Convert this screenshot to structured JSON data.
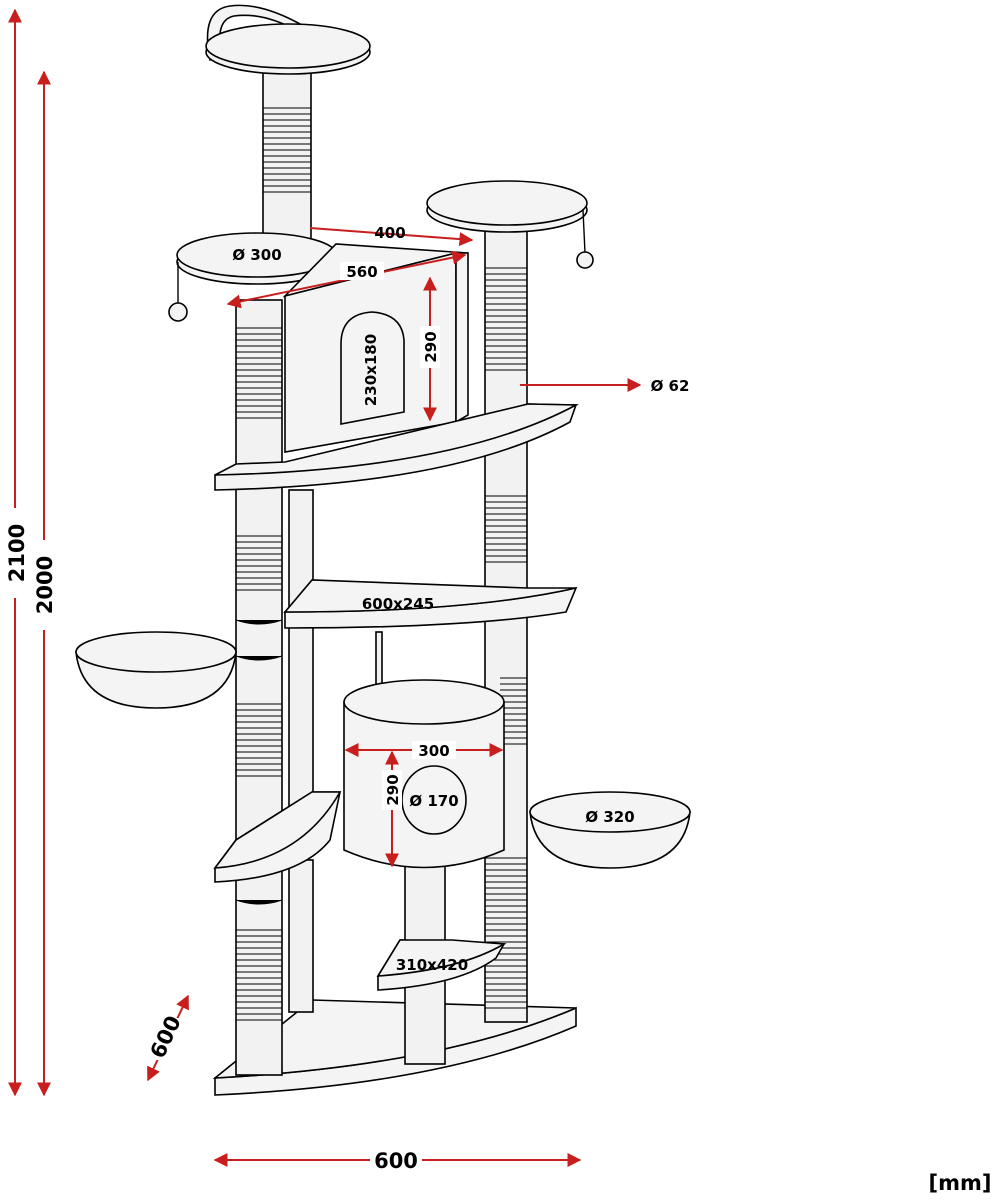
{
  "dimensions": {
    "total_height": "2100",
    "post_height": "2000",
    "base_depth": "600",
    "base_width": "600",
    "top_platform_diameter": "Ø 300",
    "span_400": "400",
    "span_560": "560",
    "house_height": "290",
    "house_door": "230x180",
    "post_diameter": "Ø 62",
    "mid_shelf": "600x245",
    "cylinder_width": "300",
    "cylinder_height": "290",
    "cylinder_hole": "Ø 170",
    "bowl_diameter": "Ø 320",
    "small_shelf": "310x420"
  },
  "unit": "[mm]",
  "colors": {
    "dimension_line": "#c81e1e",
    "outline": "#000000",
    "fill": "#f4f4f4"
  }
}
